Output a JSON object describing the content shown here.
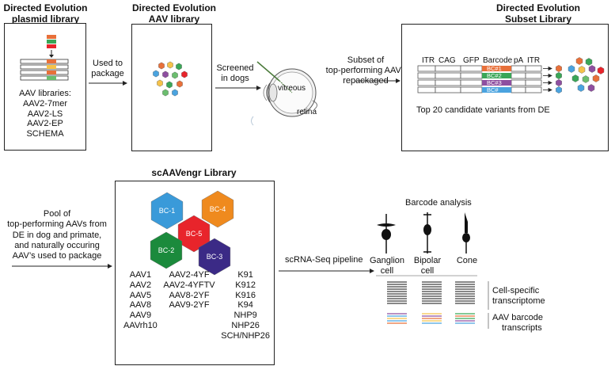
{
  "panel_plasmid": {
    "title_line1": "Directed Evolution",
    "title_line2": "plasmid library",
    "libraries_label": "AAV libraries:",
    "libraries": [
      "AAV2-7mer",
      "AAV2-LS",
      "AAV2-EP",
      "SCHEMA"
    ]
  },
  "arrow_package": {
    "line1": "Used to",
    "line2": "package"
  },
  "panel_aav": {
    "title_line1": "Directed Evolution",
    "title_line2": "AAV library"
  },
  "arrow_screen": {
    "line1": "Screened",
    "line2": "in dogs"
  },
  "eye": {
    "vitreous": "vitreous",
    "retina": "retina"
  },
  "arrow_subset": {
    "line1": "Subset of",
    "line2": "top-performing AAVs",
    "line3": "repackaged"
  },
  "panel_subset": {
    "title_line1": "Directed Evolution",
    "title_line2": "Subset Library",
    "construct": {
      "itr": "ITR",
      "cag": "CAG",
      "gfp": "GFP",
      "barcode": "Barcode",
      "pa": "pA",
      "itr2": "ITR"
    },
    "barcodes": [
      {
        "label": "BC#1",
        "color": "#e8703a"
      },
      {
        "label": "BC#2",
        "color": "#3aa657"
      },
      {
        "label": "BC#3",
        "color": "#8e4fa0"
      },
      {
        "label": "BC#",
        "color": "#4aa3df"
      }
    ],
    "caption": "Top 20 candidate variants from DE"
  },
  "pool_text": {
    "lines": [
      "Pool of",
      "top-performing AAVs from",
      "DE in dog and primate,",
      "and naturally occuring",
      "AAV’s used to package"
    ]
  },
  "panel_scaav": {
    "title": "scAAVengr Library",
    "hexagons": [
      {
        "label": "BC-1",
        "color": "#3a9ad9"
      },
      {
        "label": "BC-4",
        "color": "#ef8a1e"
      },
      {
        "label": "BC-5",
        "color": "#e8242b"
      },
      {
        "label": "BC-2",
        "color": "#1b8a3c"
      },
      {
        "label": "BC-3",
        "color": "#3b2a86"
      }
    ],
    "col1": [
      "AAV1",
      "AAV2",
      "AAV5",
      "AAV8",
      "AAV9",
      "AAVrh10"
    ],
    "col2": [
      "AAV2-4YF",
      "AAV2-4YFTV",
      "AAV8-2YF",
      "AAV9-2YF"
    ],
    "col3": [
      "K91",
      "K912",
      "K916",
      "K94",
      "NHP9",
      "NHP26",
      "SCH/NHP26"
    ]
  },
  "arrow_scrna": {
    "label": "scRNA-Seq pipeline"
  },
  "barcode_analysis": {
    "title": "Barcode analysis",
    "cells": [
      {
        "line1": "Ganglion",
        "line2": "cell"
      },
      {
        "line1": "Bipolar",
        "line2": "cell"
      },
      {
        "line1": "Cone",
        "line2": ""
      }
    ],
    "transcriptome_line1": "Cell-specific",
    "transcriptome_line2": "transcriptome",
    "barcode_line1": "AAV barcode",
    "barcode_line2": "transcripts",
    "barcode_colors": [
      "#e8703a",
      "#f5c24a",
      "#3aa657",
      "#4aa3df",
      "#8e4fa0"
    ]
  },
  "colors": {
    "capsid_palette": [
      "#e8703a",
      "#3aa657",
      "#8e4fa0",
      "#4aa3df",
      "#f5c24a",
      "#e8242b",
      "#6bbd6e"
    ]
  }
}
